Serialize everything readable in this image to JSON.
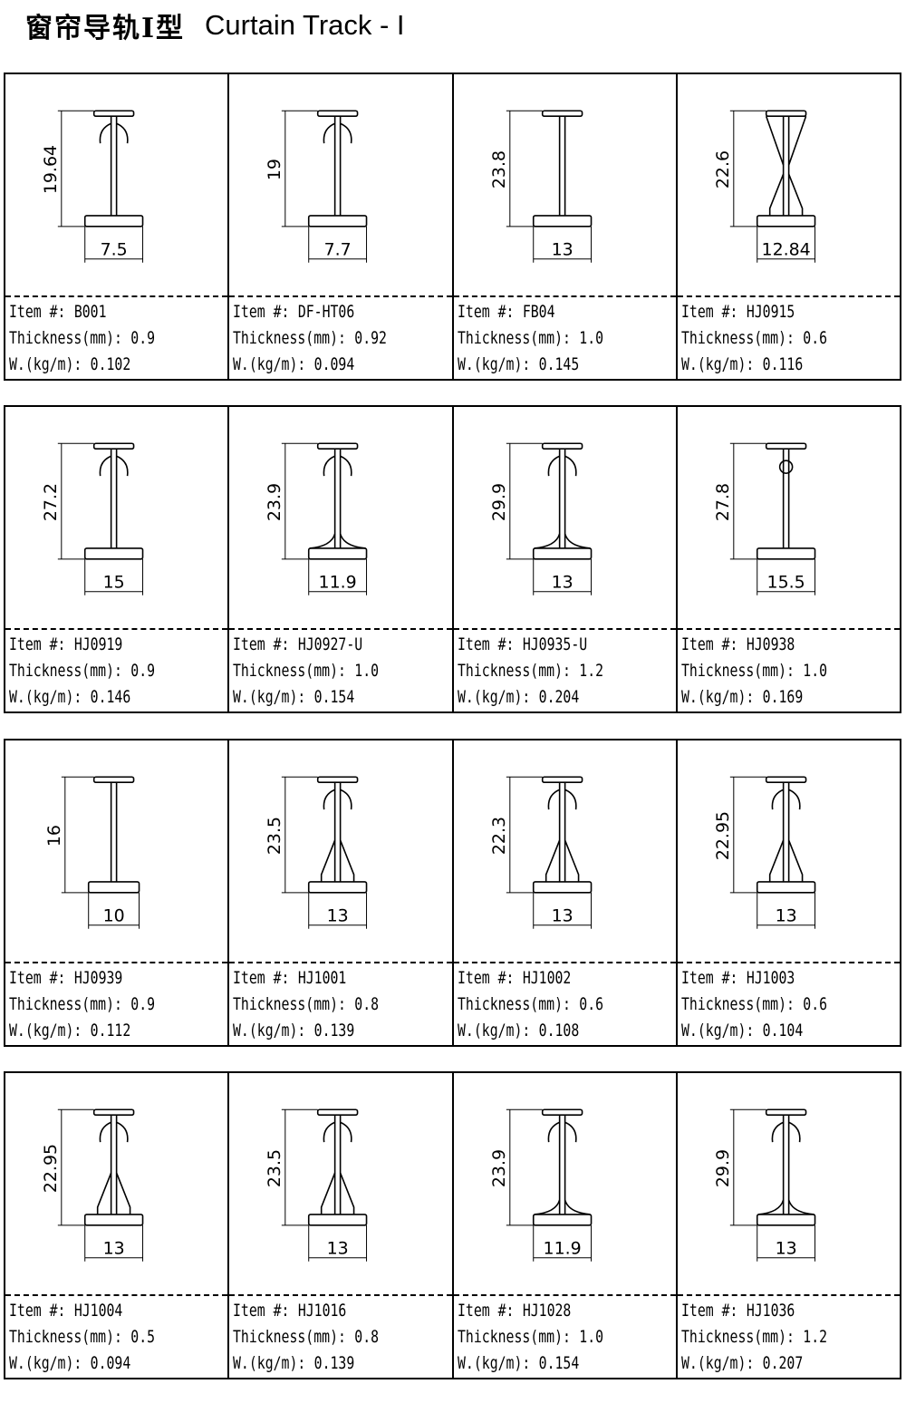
{
  "title": {
    "cn": "窗帘导轨I型",
    "en": "Curtain Track - I"
  },
  "labels": {
    "item": "Item #:",
    "thickness": "Thickness(mm):",
    "weight": "W.(kg/m):"
  },
  "rows": [
    {
      "cells": [
        {
          "item": "B001",
          "thickness": "0.9",
          "weight": "0.102",
          "height_dim": "19.64",
          "width_dim": "7.5",
          "shape": "hook-i"
        },
        {
          "item": "DF-HT06",
          "thickness": "0.92",
          "weight": "0.094",
          "height_dim": "19",
          "width_dim": "7.7",
          "shape": "hook-i"
        },
        {
          "item": "FB04",
          "thickness": "1.0",
          "weight": "0.145",
          "height_dim": "23.8",
          "width_dim": "13",
          "shape": "plain-i"
        },
        {
          "item": "HJ0915",
          "thickness": "0.6",
          "weight": "0.116",
          "height_dim": "22.6",
          "width_dim": "12.84",
          "shape": "hourglass"
        }
      ]
    },
    {
      "cells": [
        {
          "item": "HJ0919",
          "thickness": "0.9",
          "weight": "0.146",
          "height_dim": "27.2",
          "width_dim": "15",
          "shape": "hook-i"
        },
        {
          "item": "HJ0927-U",
          "thickness": "1.0",
          "weight": "0.154",
          "height_dim": "23.9",
          "width_dim": "11.9",
          "shape": "flared-i"
        },
        {
          "item": "HJ0935-U",
          "thickness": "1.2",
          "weight": "0.204",
          "height_dim": "29.9",
          "width_dim": "13",
          "shape": "flared-i"
        },
        {
          "item": "HJ0938",
          "thickness": "1.0",
          "weight": "0.169",
          "height_dim": "27.8",
          "width_dim": "15.5",
          "shape": "knob-i"
        }
      ]
    },
    {
      "cells": [
        {
          "item": "HJ0939",
          "thickness": "0.9",
          "weight": "0.112",
          "height_dim": "16",
          "width_dim": "10",
          "shape": "short-i"
        },
        {
          "item": "HJ1001",
          "thickness": "0.8",
          "weight": "0.139",
          "height_dim": "23.5",
          "width_dim": "13",
          "shape": "y-base"
        },
        {
          "item": "HJ1002",
          "thickness": "0.6",
          "weight": "0.108",
          "height_dim": "22.3",
          "width_dim": "13",
          "shape": "y-base"
        },
        {
          "item": "HJ1003",
          "thickness": "0.6",
          "weight": "0.104",
          "height_dim": "22.95",
          "width_dim": "13",
          "shape": "y-base"
        }
      ]
    },
    {
      "cells": [
        {
          "item": "HJ1004",
          "thickness": "0.5",
          "weight": "0.094",
          "height_dim": "22.95",
          "width_dim": "13",
          "shape": "y-base"
        },
        {
          "item": "HJ1016",
          "thickness": "0.8",
          "weight": "0.139",
          "height_dim": "23.5",
          "width_dim": "13",
          "shape": "y-base"
        },
        {
          "item": "HJ1028",
          "thickness": "1.0",
          "weight": "0.154",
          "height_dim": "23.9",
          "width_dim": "11.9",
          "shape": "flared-i"
        },
        {
          "item": "HJ1036",
          "thickness": "1.2",
          "weight": "0.207",
          "height_dim": "29.9",
          "width_dim": "13",
          "shape": "flared-i"
        }
      ]
    }
  ]
}
